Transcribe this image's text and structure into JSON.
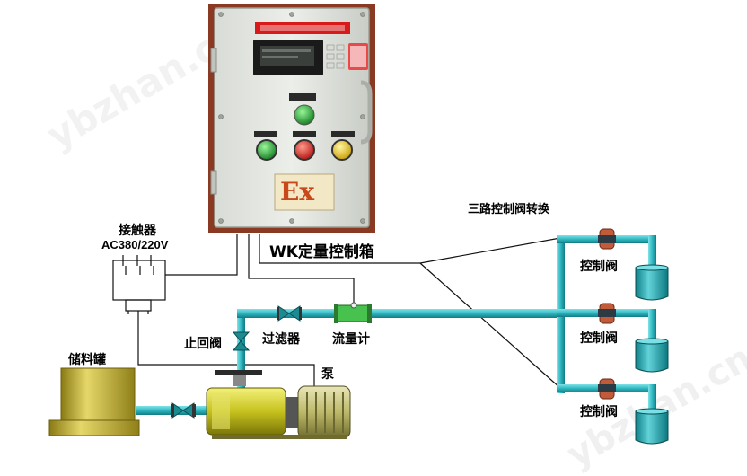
{
  "diagram": {
    "labels": {
      "control_box_title": "WK定量控制箱",
      "contactor": "接触器",
      "contactor_voltage": "AC380/220V",
      "storage_tank": "储料罐",
      "check_valve": "止回阀",
      "filter": "过滤器",
      "flowmeter": "流量计",
      "pump": "泵",
      "three_way_switch": "三路控制阀转换",
      "control_valve_1": "控制阀",
      "control_valve_2": "控制阀",
      "control_valve_3": "控制阀"
    },
    "control_box": {
      "ex_mark": "Ex"
    },
    "watermarks": [
      "ybzhan.cn",
      "ybzhan.cn"
    ]
  }
}
